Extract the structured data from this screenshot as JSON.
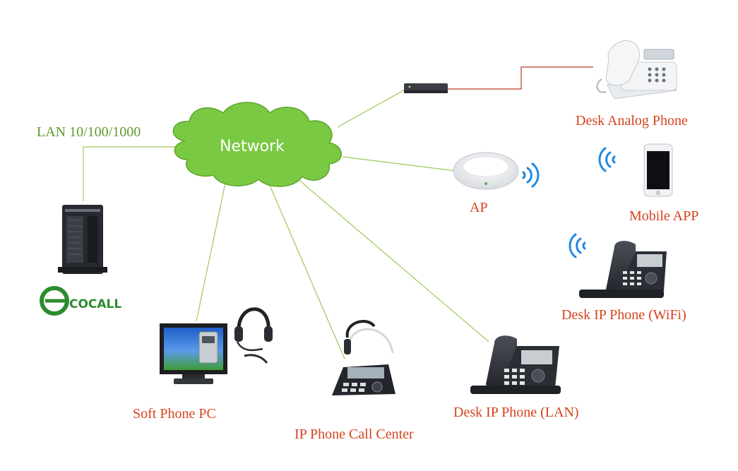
{
  "network_label": "Network",
  "lan_label": "LAN 10/100/1000",
  "brand": "COCALL",
  "devices": {
    "analog_phone": "Desk Analog Phone",
    "ap": "AP",
    "mobile_app": "Mobile APP",
    "wifi_phone": "Desk IP Phone (WiFi)",
    "lan_phone": "Desk IP Phone (LAN)",
    "call_center": "IP Phone Call Center",
    "soft_phone": "Soft Phone PC"
  },
  "colors": {
    "cloud": "#7ac943",
    "network_link": "#9acb55",
    "analog_link": "#c0392b",
    "label_red": "#d5431f",
    "label_green": "#5f9a2c",
    "wifi_waves": "#1e88e5"
  }
}
